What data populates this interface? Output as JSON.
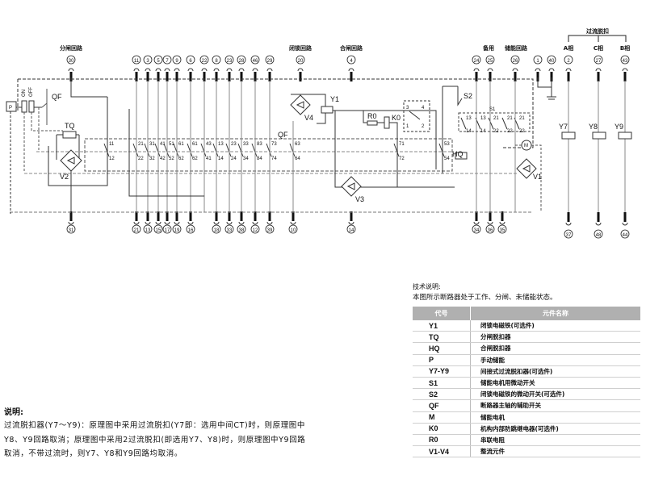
{
  "diagram": {
    "sections": {
      "trip_circuit": "分闸回路",
      "lock_circuit": "闭锁回路",
      "close_circuit": "合闸回路",
      "spare": "备用",
      "charge_circuit": "储能回路",
      "overcurrent_release": "过流脱扣",
      "phase_a": "A相",
      "phase_c": "C相",
      "phase_b": "B相"
    },
    "top_terminals": [
      "30",
      "11",
      "3",
      "5",
      "7",
      "9",
      "6",
      "22",
      "8",
      "23",
      "28",
      "46",
      "29",
      "20",
      "4",
      "24",
      "25",
      "26",
      "1",
      "40",
      "2",
      "27",
      "43"
    ],
    "bottom_terminals": [
      "31",
      "21",
      "13",
      "15",
      "17",
      "19",
      "16",
      "18",
      "33",
      "38",
      "12",
      "39",
      "10",
      "14",
      "34",
      "36",
      "35",
      "37",
      "48",
      "44"
    ],
    "components": {
      "P": "P",
      "ON": "ON",
      "OFF": "OFF",
      "QF": "QF",
      "TQ": "TQ",
      "V2": "V2",
      "V4": "V4",
      "Y1": "Y1",
      "R0": "R0",
      "K0": "K0",
      "V3": "V3",
      "HQ": "HQ",
      "S2": "S2",
      "S1": "S1",
      "M": "M",
      "V1": "V1",
      "Y7": "Y7",
      "Y8": "Y8",
      "Y9": "Y9"
    },
    "qf_contacts_top": [
      "11",
      "21",
      "31",
      "41",
      "51",
      "61",
      "61",
      "43",
      "13",
      "23",
      "33",
      "83",
      "73",
      "63",
      "71",
      "53",
      "13",
      "13",
      "21",
      "21",
      "21"
    ],
    "qf_contacts_bottom": [
      "12",
      "22",
      "32",
      "42",
      "52",
      "62",
      "62",
      "41",
      "14",
      "24",
      "34",
      "84",
      "74",
      "64",
      "72",
      "54",
      "14",
      "14",
      "22",
      "22",
      "22"
    ],
    "k0_pins": [
      "3",
      "4",
      "1",
      "2"
    ]
  },
  "tech_notes": {
    "title": "技术说明:",
    "state": "本图所示断路器处于工作、分闸、未储能状态。",
    "table": {
      "headers": [
        "代号",
        "元件名称"
      ],
      "rows": [
        [
          "Y1",
          "闭锁电磁铁(可选件)"
        ],
        [
          "TQ",
          "分闸脱扣器"
        ],
        [
          "HQ",
          "合闸脱扣器"
        ],
        [
          "P",
          "手动储能"
        ],
        [
          "Y7-Y9",
          "间接式过流脱扣器(可选件)"
        ],
        [
          "S1",
          "储能电机用微动开关"
        ],
        [
          "S2",
          "闭锁电磁铁的微动开关(可选件)"
        ],
        [
          "QF",
          "断路器主轴的辅助开关"
        ],
        [
          "M",
          "储能电机"
        ],
        [
          "K0",
          "机构内部防跳继电器(可选件)"
        ],
        [
          "R0",
          "串联电阻"
        ],
        [
          "V1-V4",
          "整流元件"
        ]
      ]
    }
  },
  "explanation": {
    "title": "说明:",
    "lines": [
      "过流脱扣器(Y7～Y9)：原理图中采用过流脱扣(Y7即：选用中间CT)时，则原理图中",
      "Y8、Y9回路取消；原理图中采用2过流脱扣(即选用Y7、Y8)时，则原理图中Y9回路",
      "取消，不带过流时，则Y7、Y8和Y9回路均取消。"
    ]
  }
}
